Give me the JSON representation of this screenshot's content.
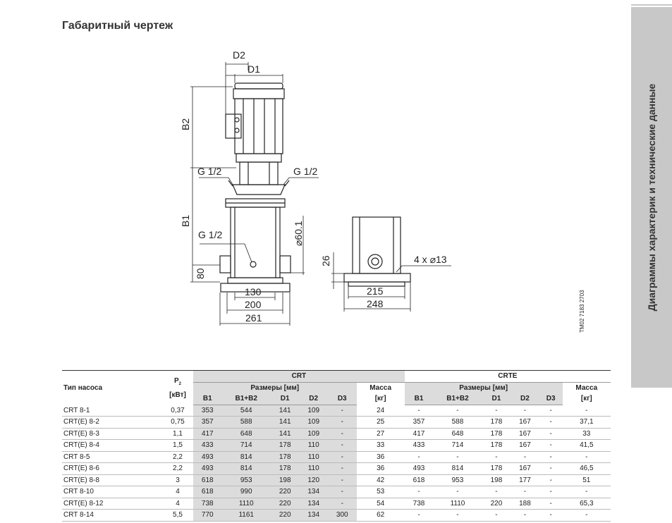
{
  "page_title": "Габаритный чертеж",
  "side_tab": "Диаграммы характерик и технические данные",
  "drawing": {
    "labels": {
      "D2": "D2",
      "D1": "D1",
      "B2": "B2",
      "B1": "B1",
      "g_left_top": "G 1/2",
      "g_right_top": "G 1/2",
      "g_left_mid": "G 1/2",
      "phi60": "⌀60.1",
      "h80": "80",
      "w130": "130",
      "w200": "200",
      "w261": "261",
      "h26": "26",
      "holes": "4 x ⌀13",
      "w215": "215",
      "w248": "248",
      "code": "TM02 7183 2703"
    }
  },
  "table": {
    "type_header": "Тип насоса",
    "p2_header": "P",
    "p2_sub": "2",
    "p2_unit": "[кВт]",
    "crt_label": "CRT",
    "crte_label": "CRTE",
    "dims_label": "Размеры [мм]",
    "mass_label": "Масса",
    "mass_unit": "[кг]",
    "sub_cols": [
      "B1",
      "B1+B2",
      "D1",
      "D2",
      "D3"
    ],
    "rows": [
      {
        "type": "CRT 8-1",
        "p2": "0,37",
        "crt": [
          "353",
          "544",
          "141",
          "109",
          "-"
        ],
        "crt_mass": "24",
        "crte": [
          "-",
          "-",
          "-",
          "-",
          "-"
        ],
        "crte_mass": "-"
      },
      {
        "type": "CRT(E) 8-2",
        "p2": "0,75",
        "crt": [
          "357",
          "588",
          "141",
          "109",
          "-"
        ],
        "crt_mass": "25",
        "crte": [
          "357",
          "588",
          "178",
          "167",
          "-"
        ],
        "crte_mass": "37,1"
      },
      {
        "type": "CRT(E) 8-3",
        "p2": "1,1",
        "crt": [
          "417",
          "648",
          "141",
          "109",
          "-"
        ],
        "crt_mass": "27",
        "crte": [
          "417",
          "648",
          "178",
          "167",
          "-"
        ],
        "crte_mass": "33"
      },
      {
        "type": "CRT(E) 8-4",
        "p2": "1,5",
        "crt": [
          "433",
          "714",
          "178",
          "110",
          "-"
        ],
        "crt_mass": "33",
        "crte": [
          "433",
          "714",
          "178",
          "167",
          "-"
        ],
        "crte_mass": "41,5"
      },
      {
        "type": "CRT 8-5",
        "p2": "2,2",
        "crt": [
          "493",
          "814",
          "178",
          "110",
          "-"
        ],
        "crt_mass": "36",
        "crte": [
          "-",
          "-",
          "-",
          "-",
          "-"
        ],
        "crte_mass": "-"
      },
      {
        "type": "CRT(E) 8-6",
        "p2": "2,2",
        "crt": [
          "493",
          "814",
          "178",
          "110",
          "-"
        ],
        "crt_mass": "36",
        "crte": [
          "493",
          "814",
          "178",
          "167",
          "-"
        ],
        "crte_mass": "46,5"
      },
      {
        "type": "CRT(E) 8-8",
        "p2": "3",
        "crt": [
          "618",
          "953",
          "198",
          "120",
          "-"
        ],
        "crt_mass": "42",
        "crte": [
          "618",
          "953",
          "198",
          "177",
          "-"
        ],
        "crte_mass": "51"
      },
      {
        "type": "CRT 8-10",
        "p2": "4",
        "crt": [
          "618",
          "990",
          "220",
          "134",
          "-"
        ],
        "crt_mass": "53",
        "crte": [
          "-",
          "-",
          "-",
          "-",
          "-"
        ],
        "crte_mass": "-"
      },
      {
        "type": "CRT(E) 8-12",
        "p2": "4",
        "crt": [
          "738",
          "1110",
          "220",
          "134",
          "-"
        ],
        "crt_mass": "54",
        "crte": [
          "738",
          "1110",
          "220",
          "188",
          "-"
        ],
        "crte_mass": "65,3"
      },
      {
        "type": "CRT 8-14",
        "p2": "5,5",
        "crt": [
          "770",
          "1161",
          "220",
          "134",
          "300"
        ],
        "crt_mass": "62",
        "crte": [
          "-",
          "-",
          "-",
          "-",
          "-"
        ],
        "crte_mass": "-"
      }
    ]
  }
}
